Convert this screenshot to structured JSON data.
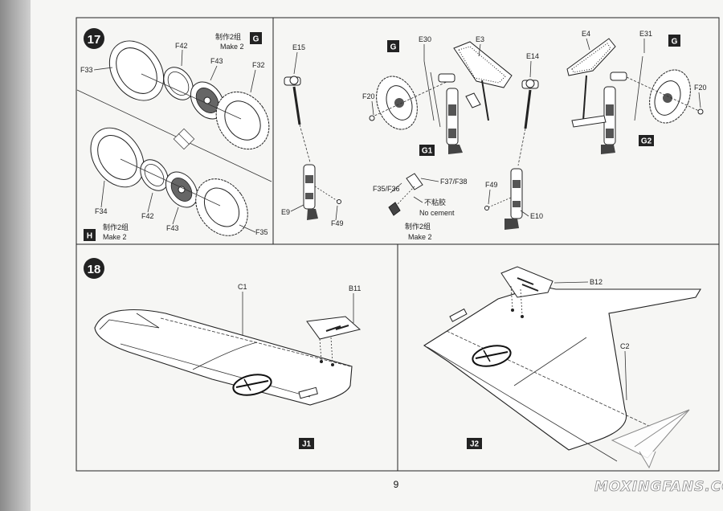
{
  "page": {
    "number": "9"
  },
  "watermark": {
    "text": "MOXINGFANS.COM"
  },
  "step17": {
    "number": "17",
    "upper": {
      "make_cn": "制作2组",
      "make_en": "Make 2",
      "badge": "G",
      "parts": [
        "F33",
        "F42",
        "F43",
        "F32"
      ]
    },
    "lower": {
      "make_cn": "制作2组",
      "make_en": "Make 2",
      "badge": "H",
      "parts": [
        "F34",
        "F42",
        "F43",
        "F35"
      ]
    }
  },
  "step17b": {
    "left_gear": {
      "parts": [
        "E15",
        "E9",
        "F49"
      ]
    },
    "g1": {
      "badge_wheel": "G",
      "subassembly": "G1",
      "parts": [
        "E30",
        "E3",
        "F20"
      ]
    },
    "center_leg": {
      "parts": [
        "E14",
        "F49",
        "E10"
      ]
    },
    "g2": {
      "badge_wheel": "G",
      "subassembly": "G2",
      "parts": [
        "E4",
        "E31",
        "F20"
      ]
    },
    "small_parts": {
      "label_left": "F35/F36",
      "label_right": "F37/F38",
      "no_cement_cn": "不粘胶",
      "no_cement_en": "No cement",
      "make_cn": "制作2组",
      "make_en": "Make 2"
    }
  },
  "step18": {
    "number": "18",
    "left": {
      "parts": [
        "C1",
        "B11"
      ],
      "subassembly": "J1"
    },
    "right": {
      "parts": [
        "B12",
        "C2"
      ],
      "subassembly": "J2"
    }
  }
}
